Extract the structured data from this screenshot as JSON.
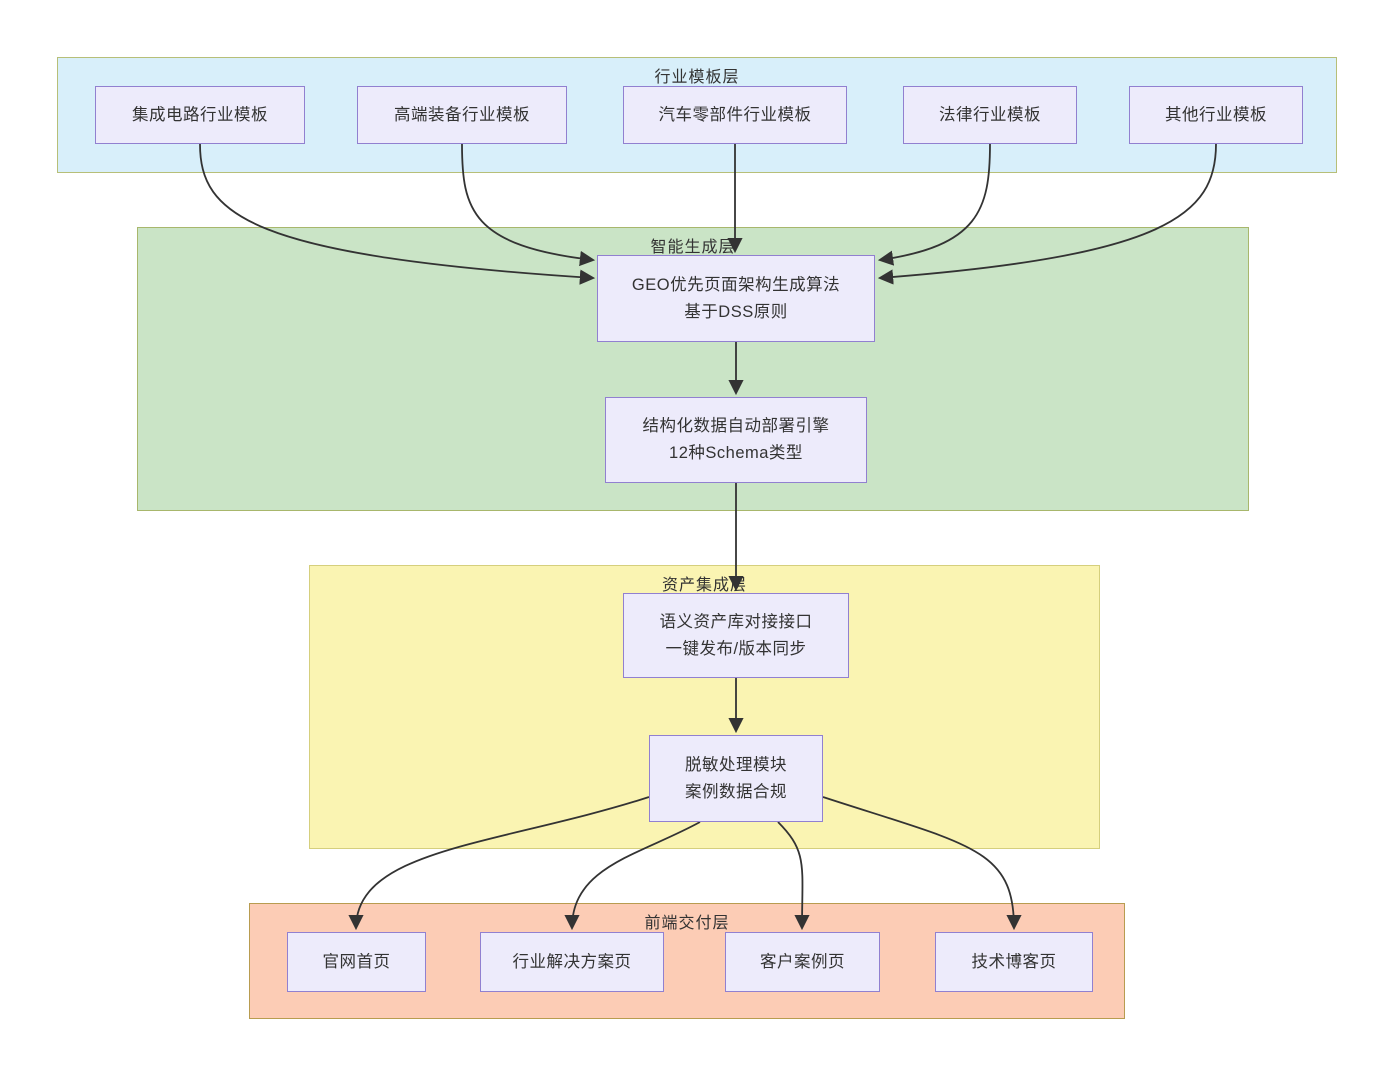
{
  "diagram_type": "flowchart",
  "layers": {
    "templates": {
      "label": "行业模板层"
    },
    "generation": {
      "label": "智能生成层"
    },
    "assets": {
      "label": "资产集成层"
    },
    "delivery": {
      "label": "前端交付层"
    }
  },
  "nodes": {
    "ic": {
      "label": "集成电路行业模板"
    },
    "equipment": {
      "label": "高端装备行业模板"
    },
    "auto": {
      "label": "汽车零部件行业模板"
    },
    "legal": {
      "label": "法律行业模板"
    },
    "other": {
      "label": "其他行业模板"
    },
    "geo": {
      "line1": "GEO优先页面架构生成算法",
      "line2": "基于DSS原则"
    },
    "schema": {
      "line1": "结构化数据自动部署引擎",
      "line2": "12种Schema类型"
    },
    "asset_api": {
      "line1": "语义资产库对接接口",
      "line2": "一键发布/版本同步"
    },
    "masking": {
      "line1": "脱敏处理模块",
      "line2": "案例数据合规"
    },
    "home": {
      "label": "官网首页"
    },
    "solutions": {
      "label": "行业解决方案页"
    },
    "cases": {
      "label": "客户案例页"
    },
    "blog": {
      "label": "技术博客页"
    }
  },
  "edges": [
    {
      "from": "ic",
      "to": "geo"
    },
    {
      "from": "equipment",
      "to": "geo"
    },
    {
      "from": "auto",
      "to": "geo"
    },
    {
      "from": "legal",
      "to": "geo"
    },
    {
      "from": "other",
      "to": "geo"
    },
    {
      "from": "geo",
      "to": "schema"
    },
    {
      "from": "schema",
      "to": "asset_api"
    },
    {
      "from": "asset_api",
      "to": "masking"
    },
    {
      "from": "masking",
      "to": "home"
    },
    {
      "from": "masking",
      "to": "solutions"
    },
    {
      "from": "masking",
      "to": "cases"
    },
    {
      "from": "masking",
      "to": "blog"
    }
  ],
  "colors": {
    "layer_templates_bg": "#d8effa",
    "layer_templates_border": "#b7bf78",
    "layer_generation_bg": "#cae4c6",
    "layer_generation_border": "#a8b76c",
    "layer_assets_bg": "#faf4b2",
    "layer_assets_border": "#d5cf7d",
    "layer_delivery_bg": "#fcccb5",
    "layer_delivery_border": "#b89c50",
    "node_bg": "#edebfb",
    "node_border": "#9180d0",
    "edge": "#333333",
    "text": "#333333"
  }
}
